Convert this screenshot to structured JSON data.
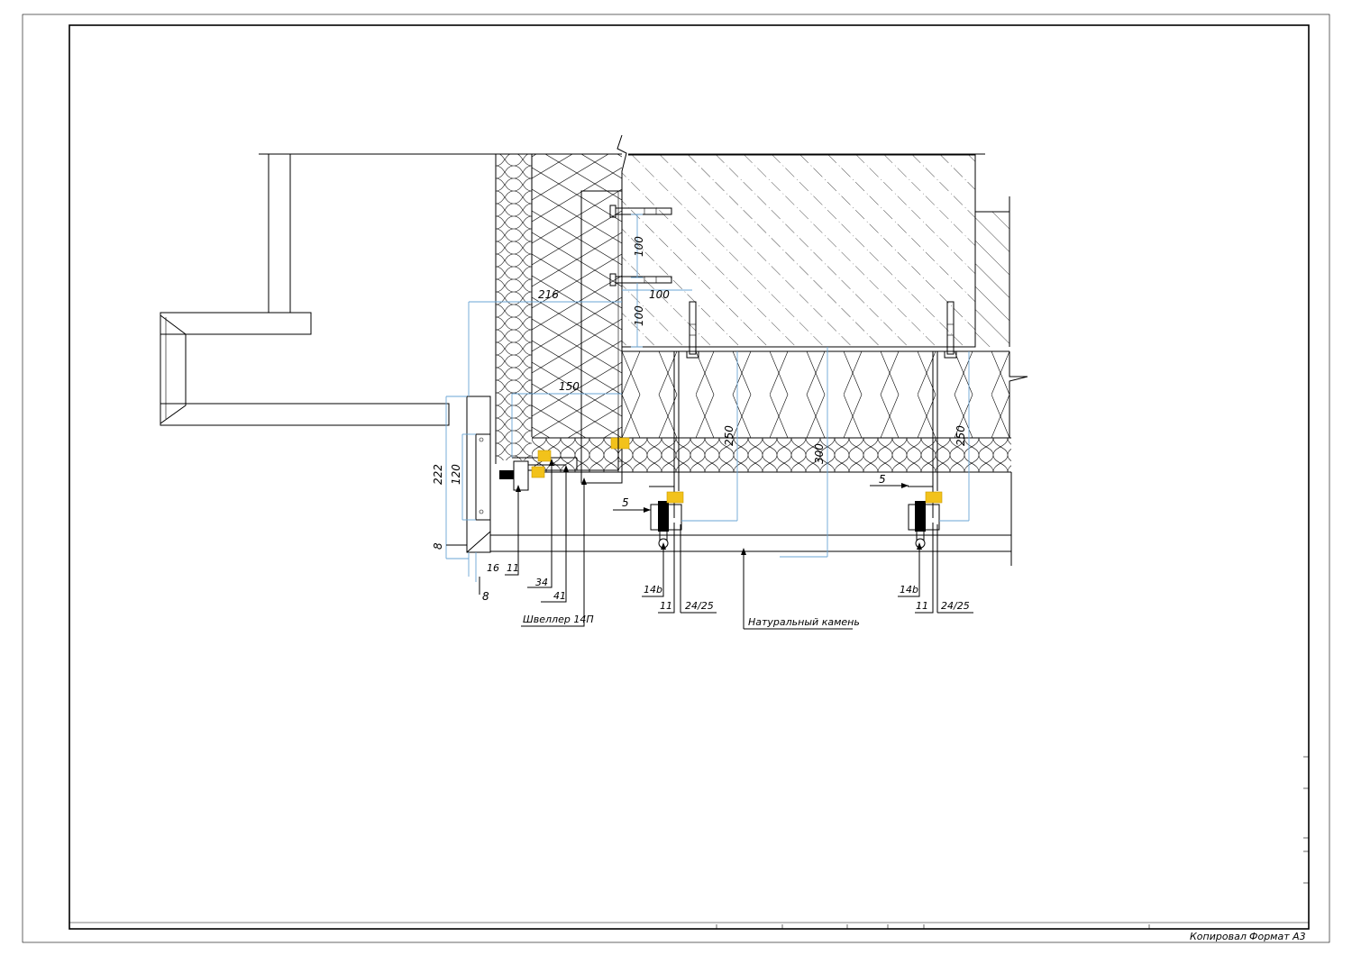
{
  "drawing": {
    "dimensions": {
      "d_100_a": "100",
      "d_100_b": "100",
      "d_100_c": "100",
      "d_216": "216",
      "d_150": "150",
      "d_250_a": "250",
      "d_300": "300",
      "d_250_b": "250",
      "d_222": "222",
      "d_120": "120",
      "d_8_a": "8",
      "d_8_b": "8",
      "d_5_a": "5",
      "d_5_b": "5"
    },
    "callouts": {
      "c_16": "16",
      "c_11_a": "11",
      "c_34": "34",
      "c_41": "41",
      "channel": "Швеллер 14П",
      "c_14b_a": "14b",
      "c_11_b": "11",
      "c_2425_a": "24/25",
      "stone": "Натуральный камень",
      "c_14b_b": "14b",
      "c_11_c": "11",
      "c_2425_b": "24/25"
    }
  },
  "stamp": {
    "copied_by": "Копировал",
    "format": "Формат A3"
  },
  "colors": {
    "line": "#000000",
    "dimension": "#6aa6d6",
    "fastener": "#f2c21b"
  }
}
